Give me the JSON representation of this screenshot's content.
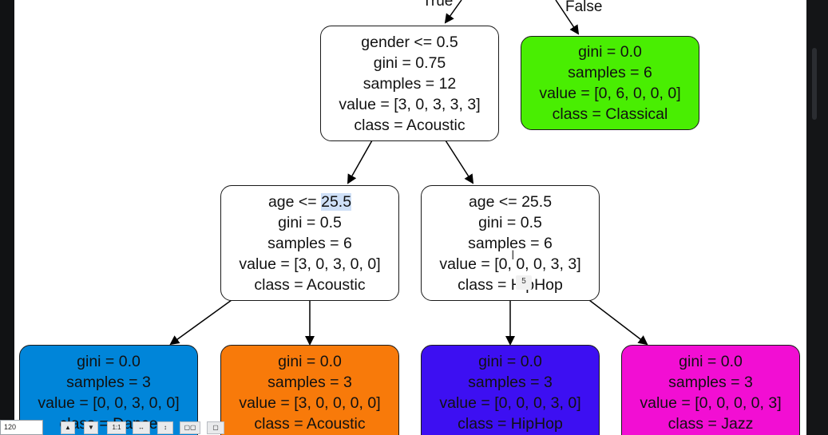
{
  "tree": {
    "edge_labels": {
      "true": "True",
      "false": "False"
    },
    "nodes": {
      "root": {
        "condition_prefix": "gender <= 0.5",
        "gini": "gini = 0.75",
        "samples": "samples = 12",
        "value": "value = [3, 0, 3, 3, 3]",
        "class": "class = Acoustic"
      },
      "classical": {
        "gini": "gini = 0.0",
        "samples": "samples = 6",
        "value": "value = [0, 6, 0, 0, 0]",
        "class": "class = Classical",
        "color": "#49ee02"
      },
      "left_split": {
        "condition_prefix": "age <= ",
        "condition_value": "25.5",
        "gini": "gini = 0.5",
        "samples": "samples = 6",
        "value": "value = [3, 0, 3, 0, 0]",
        "class": "class = Acoustic"
      },
      "right_split": {
        "condition": "age <= 25.5",
        "gini": "gini = 0.5",
        "samples": "samples = 6",
        "value": "value = [0, 0, 0, 3, 3]",
        "class": "class = HipHop"
      },
      "leaf_dance": {
        "gini": "gini = 0.0",
        "samples": "samples = 3",
        "value": "value = [0, 0, 3, 0, 0]",
        "class": "class = Dance",
        "color": "#0085d9"
      },
      "leaf_acoustic": {
        "gini": "gini = 0.0",
        "samples": "samples = 3",
        "value": "value = [3, 0, 0, 0, 0]",
        "class": "class = Acoustic",
        "color": "#f87a0a"
      },
      "leaf_hiphop": {
        "gini": "gini = 0.0",
        "samples": "samples = 3",
        "value": "value = [0, 0, 0, 3, 0]",
        "class": "class = HipHop",
        "color": "#3d0ff2"
      },
      "leaf_jazz": {
        "gini": "gini = 0.0",
        "samples": "samples = 3",
        "value": "value = [0, 0, 0, 0, 3]",
        "class": "class = Jazz",
        "color": "#f20ed3"
      }
    }
  },
  "toolbar": {
    "zoom_value": "120",
    "buttons": {
      "up": "▲",
      "down": "▼",
      "actual_size": "1:1",
      "fit_width": "↔",
      "fit_height": "↕",
      "two_page": "▢▢",
      "single_page": "▢"
    }
  },
  "tooltip": {
    "text": "5"
  },
  "colors": {
    "canvas_bg": "#ffffff",
    "frame_bg": "#111214",
    "selection_highlight": "#cfe0f7"
  }
}
